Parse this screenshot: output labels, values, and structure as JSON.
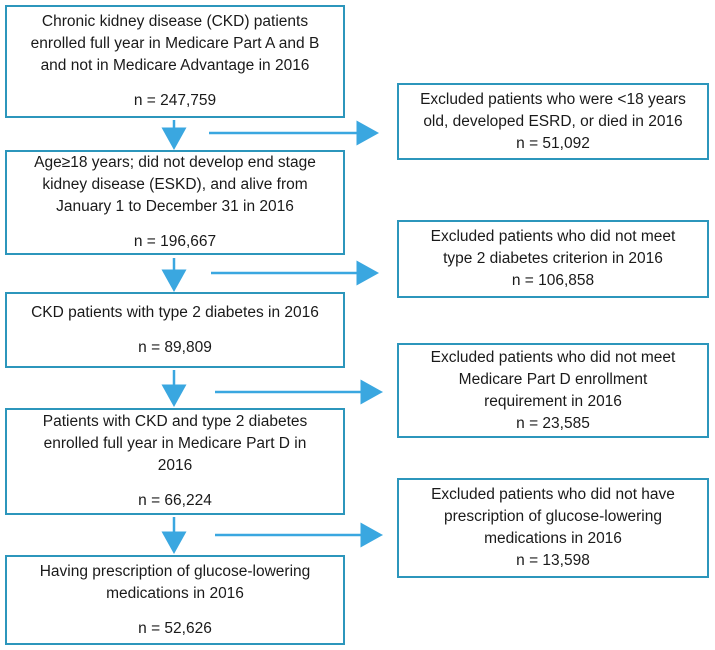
{
  "colors": {
    "box_border": "#2c96bc",
    "arrow": "#3aa7e0",
    "text": "#1a1a1a",
    "background": "#ffffff"
  },
  "left_boxes": [
    {
      "lines": [
        "Chronic kidney disease (CKD) patients",
        "enrolled full year in Medicare Part A and B",
        "and not in Medicare Advantage in 2016"
      ],
      "n": "n = 247,759"
    },
    {
      "lines": [
        "Age≥18 years; did not develop end stage",
        "kidney disease (ESKD), and alive from",
        "January 1 to December 31 in 2016"
      ],
      "n": "n = 196,667"
    },
    {
      "lines": [
        "CKD patients with type 2 diabetes in 2016"
      ],
      "n": "n = 89,809"
    },
    {
      "lines": [
        "Patients with CKD and type 2 diabetes",
        "enrolled full year in Medicare Part D in",
        "2016"
      ],
      "n": "n = 66,224"
    },
    {
      "lines": [
        "Having prescription of glucose-lowering",
        "medications in 2016"
      ],
      "n": "n = 52,626"
    }
  ],
  "right_boxes": [
    {
      "lines": [
        "Excluded patients who were <18 years",
        "old, developed ESRD, or died in 2016"
      ],
      "n": "n = 51,092"
    },
    {
      "lines": [
        "Excluded patients who did not meet",
        "type 2 diabetes criterion in 2016"
      ],
      "n": "n = 106,858"
    },
    {
      "lines": [
        "Excluded patients who did not meet",
        "Medicare Part D enrollment",
        "requirement in 2016"
      ],
      "n": "n = 23,585"
    },
    {
      "lines": [
        "Excluded patients who did not have",
        "prescription of glucose-lowering",
        "medications in 2016"
      ],
      "n": "n = 13,598"
    }
  ]
}
